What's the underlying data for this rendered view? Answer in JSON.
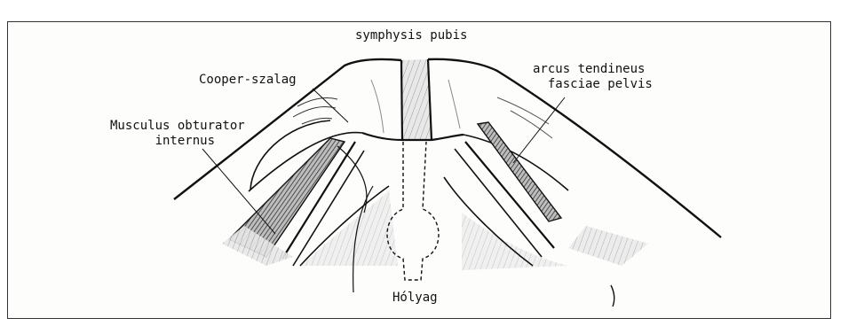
{
  "labels": {
    "symphysis": "symphysis pubis",
    "cooper": "Cooper-szalag",
    "obturator": "Musculus obturator\n      internus",
    "arcus": "arcus tendineus\n  fasciae pelvis",
    "holyag": "Hólyag"
  }
}
